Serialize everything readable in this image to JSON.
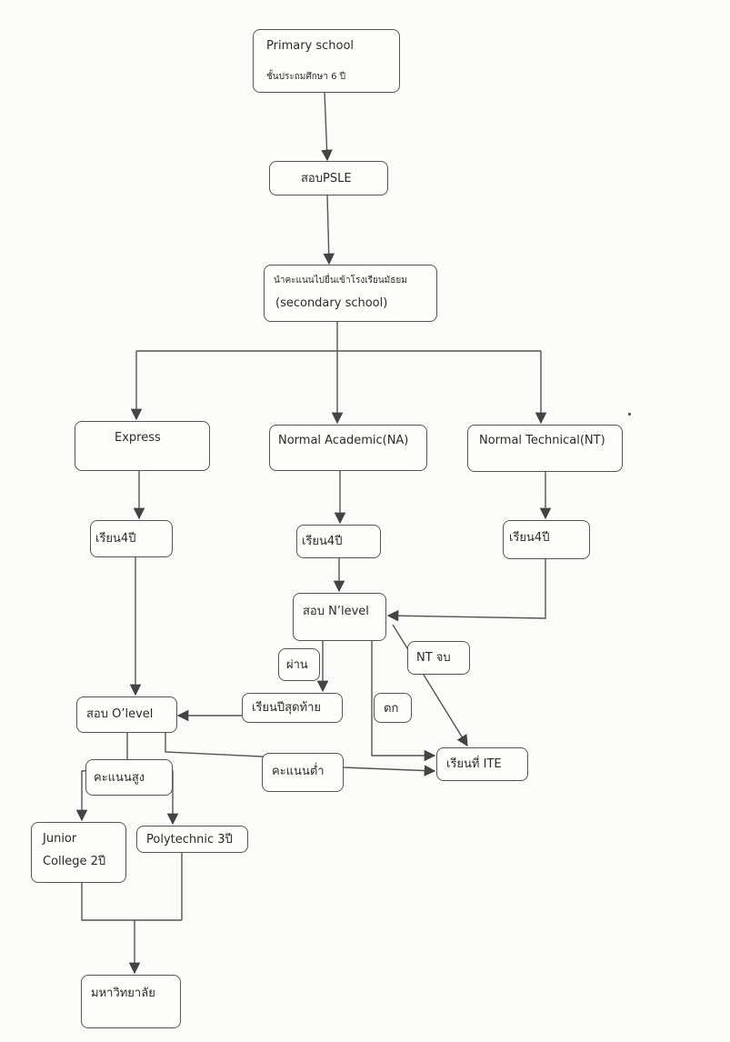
{
  "nodes": {
    "primary_school": {
      "line1": "Primary school",
      "line2": "ชั้นประถมศึกษา 6 ปี"
    },
    "psle_exam": "สอบPSLE",
    "secondary": {
      "line1": "นำคะแนนไปยื่นเข้าโรงเรียนมัธยม",
      "line2": "(secondary  school)"
    },
    "express": "Express",
    "normal_academic": "Normal  Academic(NA)",
    "normal_technical": "Normal Technical(NT)",
    "study_4_express": "เรียน4ปี",
    "study_4_na": "เรียน4ปี",
    "study_4_nt": "เรียน4ปี",
    "n_level_exam": "สอบ N’level",
    "pass_label": "ผ่าน",
    "nt_finish_label": "NT จบ",
    "final_year": "เรียนปีสุดท้าย",
    "fail_label": "ตก",
    "o_level_exam": "สอบ O’level",
    "ite": "เรียนที่ ITE",
    "high_score": "คะแนนสูง",
    "low_score": "คะแนนต่ำ",
    "junior_college": {
      "line1": "Junior",
      "line2": "College 2ปี"
    },
    "polytechnic": "Polytechnic 3ปี",
    "university": "มหาวิทยาลัย"
  }
}
